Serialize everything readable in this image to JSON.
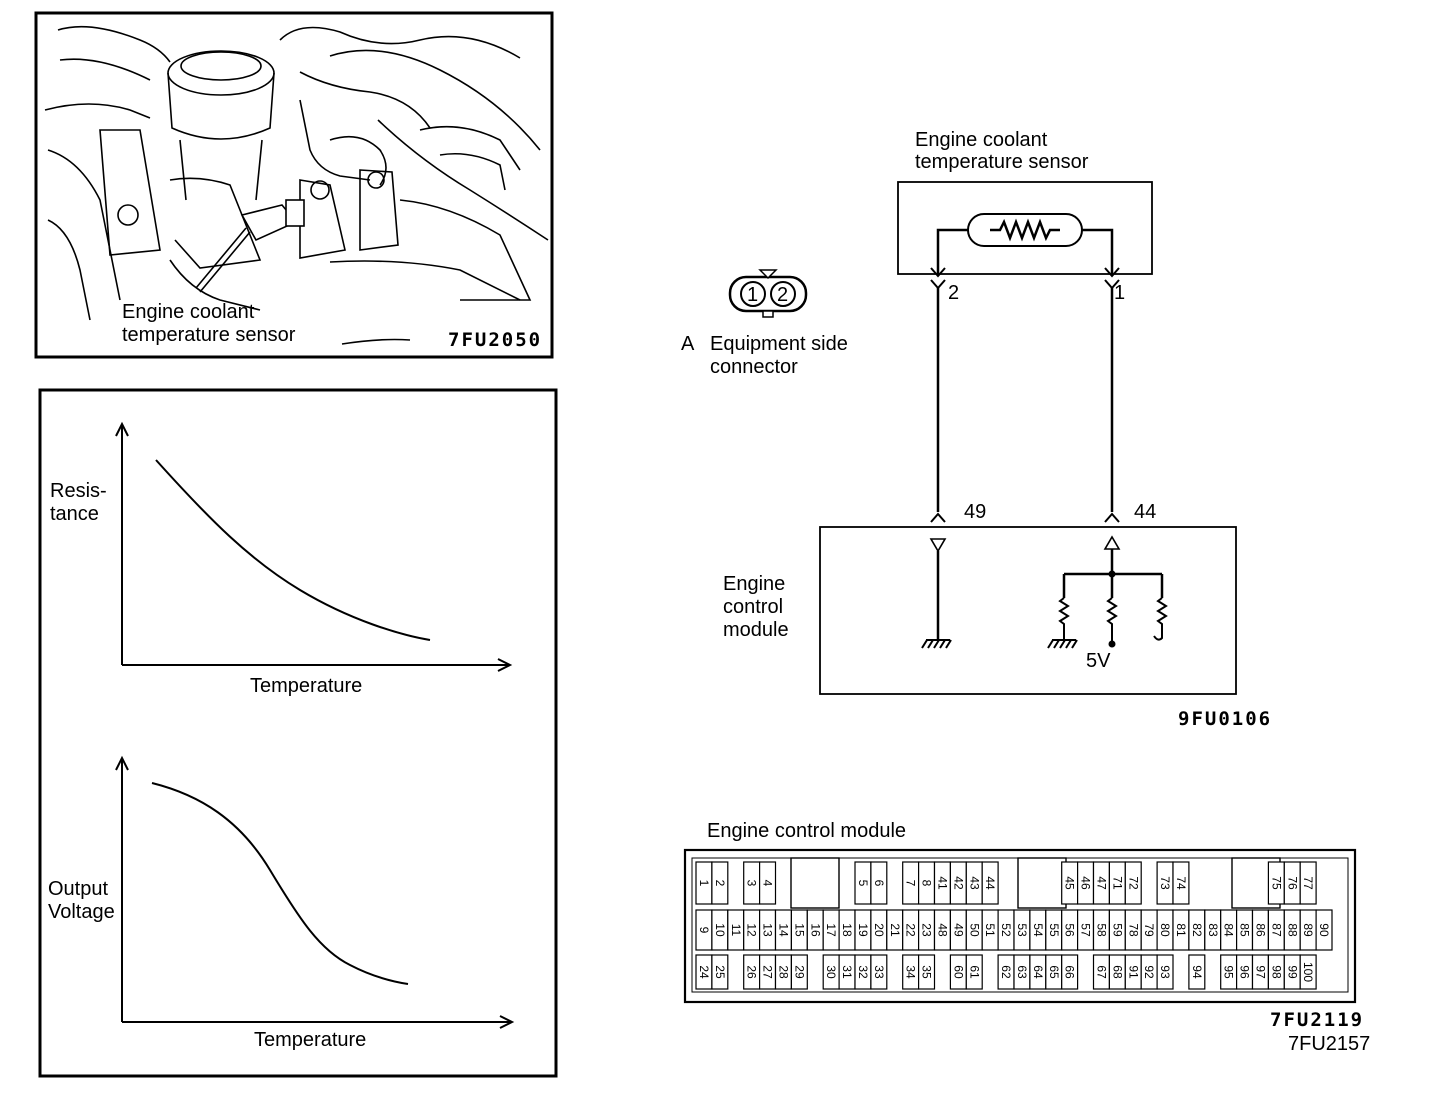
{
  "photo_panel": {
    "sensor_label_line1": "Engine coolant",
    "sensor_label_line2": "temperature sensor",
    "figure_code": "7FU2050"
  },
  "graphs": [
    {
      "ylabel_line1": "Resis-",
      "ylabel_line2": "tance",
      "xlabel": "Temperature"
    },
    {
      "ylabel_line1": "Output",
      "ylabel_line2": "Voltage",
      "xlabel": "Temperature"
    }
  ],
  "connector": {
    "pins": [
      "1",
      "2"
    ],
    "letter": "A",
    "label_line1": "Equipment side",
    "label_line2": "connector"
  },
  "circuit": {
    "sensor_label_line1": "Engine coolant",
    "sensor_label_line2": "temperature sensor",
    "sensor_pin_left": "2",
    "sensor_pin_right": "1",
    "ecm_pin_left": "49",
    "ecm_pin_right": "44",
    "ecm_label_line1": "Engine",
    "ecm_label_line2": "control",
    "ecm_label_line3": "module",
    "voltage": "5V",
    "figure_code": "9FU0106"
  },
  "ecm_connector": {
    "title": "Engine control module",
    "figure_code": "7FU2119",
    "page_code": "7FU2157",
    "terminals": [
      {
        "id": "1",
        "col": 0,
        "row": 0
      },
      {
        "id": "2",
        "col": 1,
        "row": 0
      },
      {
        "id": "3",
        "col": 3,
        "row": 0
      },
      {
        "id": "4",
        "col": 4,
        "row": 0
      },
      {
        "id": "5",
        "col": 10,
        "row": 0
      },
      {
        "id": "6",
        "col": 11,
        "row": 0
      },
      {
        "id": "7",
        "col": 13,
        "row": 0
      },
      {
        "id": "8",
        "col": 14,
        "row": 0
      },
      {
        "id": "41",
        "col": 15,
        "row": 0
      },
      {
        "id": "42",
        "col": 16,
        "row": 0
      },
      {
        "id": "43",
        "col": 17,
        "row": 0
      },
      {
        "id": "44",
        "col": 18,
        "row": 0
      },
      {
        "id": "45",
        "col": 23,
        "row": 0
      },
      {
        "id": "46",
        "col": 24,
        "row": 0
      },
      {
        "id": "47",
        "col": 25,
        "row": 0
      },
      {
        "id": "71",
        "col": 26,
        "row": 0
      },
      {
        "id": "72",
        "col": 27,
        "row": 0
      },
      {
        "id": "73",
        "col": 29,
        "row": 0
      },
      {
        "id": "74",
        "col": 30,
        "row": 0
      },
      {
        "id": "75",
        "col": 36,
        "row": 0
      },
      {
        "id": "76",
        "col": 37,
        "row": 0
      },
      {
        "id": "77",
        "col": 38,
        "row": 0
      },
      {
        "id": "9",
        "col": 0,
        "row": 1
      },
      {
        "id": "10",
        "col": 1,
        "row": 1
      },
      {
        "id": "11",
        "col": 2,
        "row": 1
      },
      {
        "id": "12",
        "col": 3,
        "row": 1
      },
      {
        "id": "13",
        "col": 4,
        "row": 1
      },
      {
        "id": "14",
        "col": 5,
        "row": 1
      },
      {
        "id": "15",
        "col": 6,
        "row": 1
      },
      {
        "id": "16",
        "col": 7,
        "row": 1
      },
      {
        "id": "17",
        "col": 8,
        "row": 1
      },
      {
        "id": "18",
        "col": 9,
        "row": 1
      },
      {
        "id": "19",
        "col": 10,
        "row": 1
      },
      {
        "id": "20",
        "col": 11,
        "row": 1
      },
      {
        "id": "21",
        "col": 12,
        "row": 1
      },
      {
        "id": "22",
        "col": 13,
        "row": 1
      },
      {
        "id": "23",
        "col": 14,
        "row": 1
      },
      {
        "id": "48",
        "col": 15,
        "row": 1
      },
      {
        "id": "49",
        "col": 16,
        "row": 1
      },
      {
        "id": "50",
        "col": 17,
        "row": 1
      },
      {
        "id": "51",
        "col": 18,
        "row": 1
      },
      {
        "id": "52",
        "col": 19,
        "row": 1
      },
      {
        "id": "53",
        "col": 20,
        "row": 1
      },
      {
        "id": "54",
        "col": 21,
        "row": 1
      },
      {
        "id": "55",
        "col": 22,
        "row": 1
      },
      {
        "id": "56",
        "col": 23,
        "row": 1
      },
      {
        "id": "57",
        "col": 24,
        "row": 1
      },
      {
        "id": "58",
        "col": 25,
        "row": 1
      },
      {
        "id": "59",
        "col": 26,
        "row": 1
      },
      {
        "id": "78",
        "col": 27,
        "row": 1
      },
      {
        "id": "79",
        "col": 28,
        "row": 1
      },
      {
        "id": "80",
        "col": 29,
        "row": 1
      },
      {
        "id": "81",
        "col": 30,
        "row": 1
      },
      {
        "id": "82",
        "col": 31,
        "row": 1
      },
      {
        "id": "83",
        "col": 32,
        "row": 1
      },
      {
        "id": "84",
        "col": 33,
        "row": 1
      },
      {
        "id": "85",
        "col": 34,
        "row": 1
      },
      {
        "id": "86",
        "col": 35,
        "row": 1
      },
      {
        "id": "87",
        "col": 36,
        "row": 1
      },
      {
        "id": "88",
        "col": 37,
        "row": 1
      },
      {
        "id": "89",
        "col": 38,
        "row": 1
      },
      {
        "id": "90",
        "col": 39,
        "row": 1
      },
      {
        "id": "24",
        "col": 0,
        "row": 2
      },
      {
        "id": "25",
        "col": 1,
        "row": 2
      },
      {
        "id": "26",
        "col": 3,
        "row": 2
      },
      {
        "id": "27",
        "col": 4,
        "row": 2
      },
      {
        "id": "28",
        "col": 5,
        "row": 2
      },
      {
        "id": "29",
        "col": 6,
        "row": 2
      },
      {
        "id": "30",
        "col": 8,
        "row": 2
      },
      {
        "id": "31",
        "col": 9,
        "row": 2
      },
      {
        "id": "32",
        "col": 10,
        "row": 2
      },
      {
        "id": "33",
        "col": 11,
        "row": 2
      },
      {
        "id": "34",
        "col": 13,
        "row": 2
      },
      {
        "id": "35",
        "col": 14,
        "row": 2
      },
      {
        "id": "60",
        "col": 16,
        "row": 2
      },
      {
        "id": "61",
        "col": 17,
        "row": 2
      },
      {
        "id": "62",
        "col": 19,
        "row": 2
      },
      {
        "id": "63",
        "col": 20,
        "row": 2
      },
      {
        "id": "64",
        "col": 21,
        "row": 2
      },
      {
        "id": "65",
        "col": 22,
        "row": 2
      },
      {
        "id": "66",
        "col": 23,
        "row": 2
      },
      {
        "id": "67",
        "col": 25,
        "row": 2
      },
      {
        "id": "68",
        "col": 26,
        "row": 2
      },
      {
        "id": "91",
        "col": 27,
        "row": 2
      },
      {
        "id": "92",
        "col": 28,
        "row": 2
      },
      {
        "id": "93",
        "col": 29,
        "row": 2
      },
      {
        "id": "94",
        "col": 31,
        "row": 2
      },
      {
        "id": "95",
        "col": 33,
        "row": 2
      },
      {
        "id": "96",
        "col": 34,
        "row": 2
      },
      {
        "id": "97",
        "col": 35,
        "row": 2
      },
      {
        "id": "98",
        "col": 36,
        "row": 2
      },
      {
        "id": "99",
        "col": 37,
        "row": 2
      },
      {
        "id": "100",
        "col": 38,
        "row": 2
      }
    ]
  }
}
